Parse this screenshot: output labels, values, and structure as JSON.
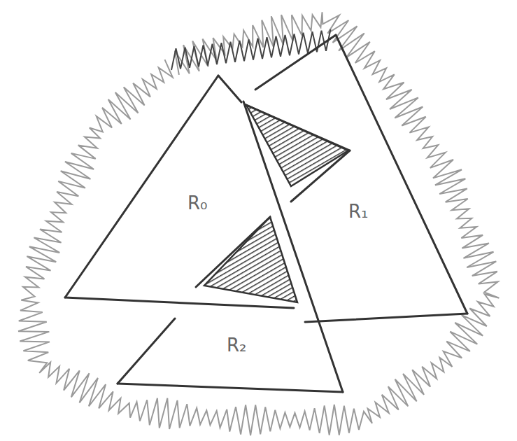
{
  "diagram": {
    "nodes": [
      {
        "text": [
          "R₀"
        ]
      },
      {
        "text": [
          "R₁"
        ]
      },
      {
        "text": [
          "R₂"
        ]
      }
    ]
  }
}
